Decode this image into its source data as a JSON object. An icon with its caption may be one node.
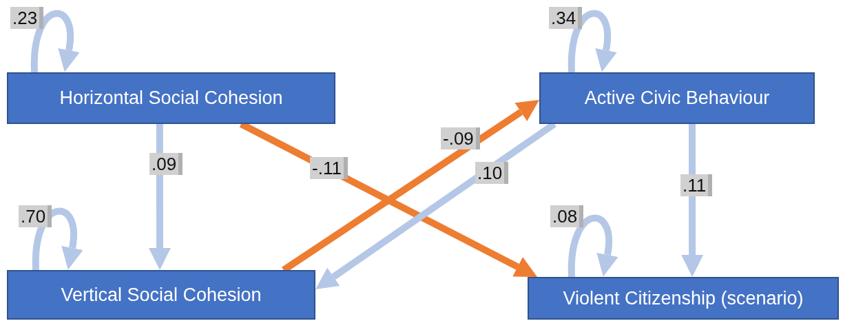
{
  "diagram": {
    "nodes": [
      {
        "text": [
          "Horizontal Social Cohesion"
        ]
      },
      {
        "text": [
          "Active Civic Behaviour"
        ]
      },
      {
        "text": [
          "Vertical Social Cohesion"
        ]
      },
      {
        "text": [
          "Violent Citizenship (scenario)"
        ]
      }
    ],
    "edges": [
      {
        "from": 0,
        "to": 0,
        "arrow": "to",
        "label": ".23"
      },
      {
        "from": 1,
        "to": 1,
        "arrow": "to",
        "label": ".34"
      },
      {
        "from": 0,
        "to": 2,
        "arrow": "to",
        "label": ".09"
      },
      {
        "from": 0,
        "to": 3,
        "arrow": "to",
        "label": "-.11",
        "color": "#ed7d31"
      },
      {
        "from": 2,
        "to": 1,
        "arrow": "to",
        "label": "-.09",
        "color": "#ed7d31"
      },
      {
        "from": 1,
        "to": 2,
        "arrow": "to",
        "label": ".10"
      },
      {
        "from": 1,
        "to": 3,
        "arrow": "to",
        "label": ".11"
      },
      {
        "from": 2,
        "to": 2,
        "arrow": "to",
        "label": ".70"
      },
      {
        "from": 3,
        "to": 3,
        "arrow": "to",
        "label": ".08"
      }
    ]
  }
}
